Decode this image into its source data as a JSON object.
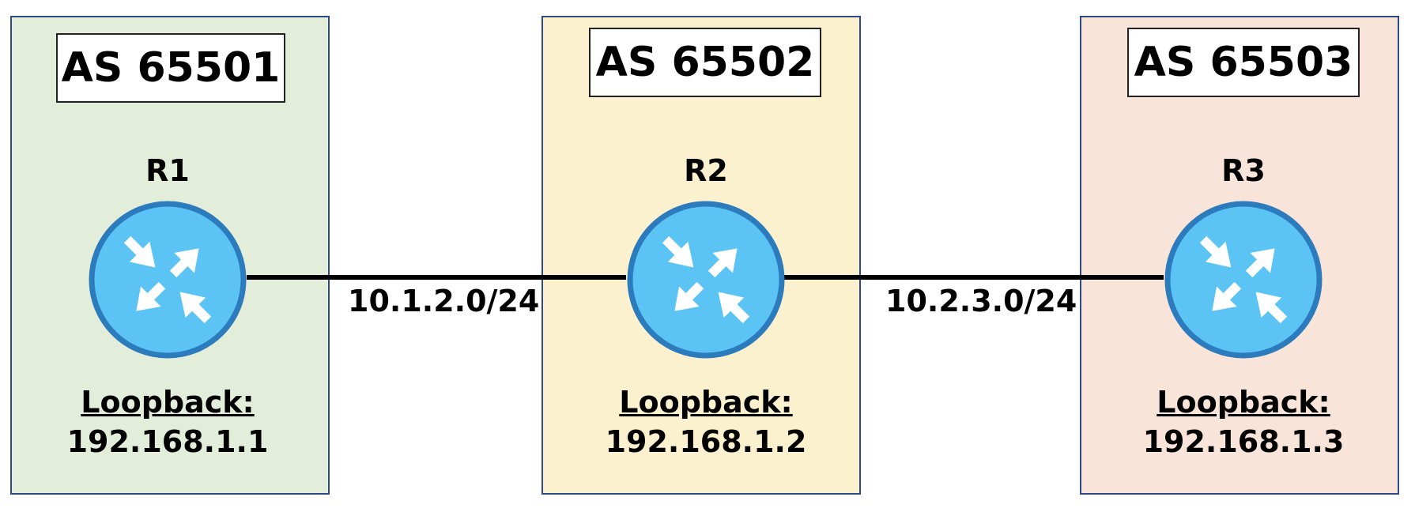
{
  "colors": {
    "as1_fill": "#e2eeda",
    "as2_fill": "#fcf1cf",
    "as3_fill": "#f8e4d8",
    "border": "#2e4a86",
    "router_fill": "#5bc4f5",
    "router_stroke": "#2b7bbd",
    "arrow": "#ffffff",
    "link": "#000000"
  },
  "autonomous_systems": [
    {
      "label": "AS 65501",
      "router": {
        "name": "R1",
        "icon": "router-icon",
        "loopback_title": "Loopback:",
        "loopback_ip": "192.168.1.1"
      }
    },
    {
      "label": "AS 65502",
      "router": {
        "name": "R2",
        "icon": "router-icon",
        "loopback_title": "Loopback:",
        "loopback_ip": "192.168.1.2"
      }
    },
    {
      "label": "AS 65503",
      "router": {
        "name": "R3",
        "icon": "router-icon",
        "loopback_title": "Loopback:",
        "loopback_ip": "192.168.1.3"
      }
    }
  ],
  "links": [
    {
      "from": "R1",
      "to": "R2",
      "subnet": "10.1.2.0/24"
    },
    {
      "from": "R2",
      "to": "R3",
      "subnet": "10.2.3.0/24"
    }
  ]
}
